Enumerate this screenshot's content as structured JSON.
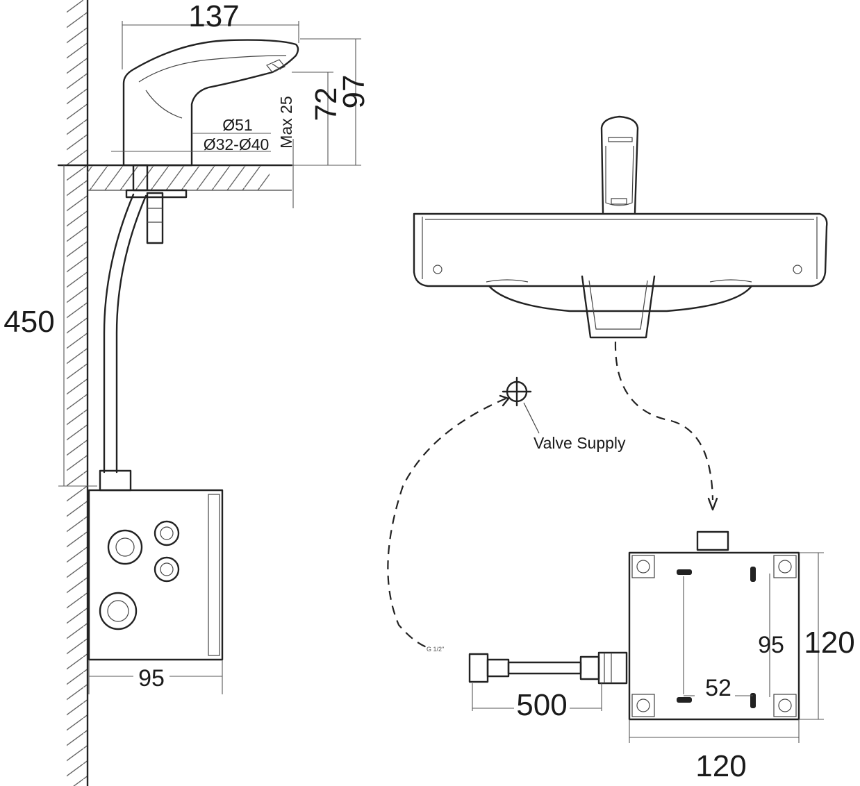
{
  "dimensions": {
    "faucet_length": "137",
    "spout_height": "72",
    "total_height": "97",
    "base_diameter": "Ø51",
    "hole_diameter": "Ø32-Ø40",
    "max_thickness": "Max 25",
    "hose_length": "450",
    "box_depth": "95",
    "box_height": "120",
    "box_width": "120",
    "mount_vertical": "95",
    "mount_horizontal": "52",
    "supply_hose_length": "500",
    "thread_size": "G 1/2\""
  },
  "labels": {
    "valve_supply": "Valve Supply"
  }
}
